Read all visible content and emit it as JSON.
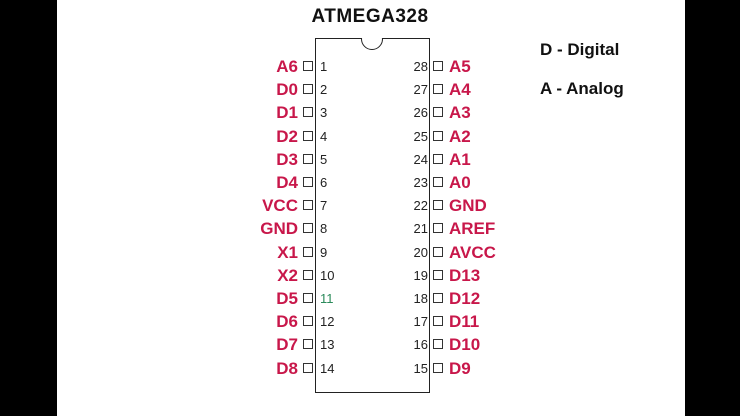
{
  "title": "ATMEGA328",
  "colors": {
    "pin_label": "#c8174a",
    "pin_number_highlight": "#2a8a5a"
  },
  "legend": [
    {
      "text": "D - Digital"
    },
    {
      "text": "A - Analog"
    }
  ],
  "left_pins": [
    {
      "number": "1",
      "label": "A6"
    },
    {
      "number": "2",
      "label": "D0"
    },
    {
      "number": "3",
      "label": "D1"
    },
    {
      "number": "4",
      "label": "D2"
    },
    {
      "number": "5",
      "label": "D3"
    },
    {
      "number": "6",
      "label": "D4"
    },
    {
      "number": "7",
      "label": "VCC"
    },
    {
      "number": "8",
      "label": "GND"
    },
    {
      "number": "9",
      "label": "X1"
    },
    {
      "number": "10",
      "label": "X2"
    },
    {
      "number": "11",
      "label": "D5"
    },
    {
      "number": "12",
      "label": "D6"
    },
    {
      "number": "13",
      "label": "D7"
    },
    {
      "number": "14",
      "label": "D8"
    }
  ],
  "right_pins": [
    {
      "number": "28",
      "label": "A5"
    },
    {
      "number": "27",
      "label": "A4"
    },
    {
      "number": "26",
      "label": "A3"
    },
    {
      "number": "25",
      "label": "A2"
    },
    {
      "number": "24",
      "label": "A1"
    },
    {
      "number": "23",
      "label": "A0"
    },
    {
      "number": "22",
      "label": "GND"
    },
    {
      "number": "21",
      "label": "AREF"
    },
    {
      "number": "20",
      "label": "AVCC"
    },
    {
      "number": "19",
      "label": "D13"
    },
    {
      "number": "18",
      "label": "D12"
    },
    {
      "number": "17",
      "label": "D11"
    },
    {
      "number": "16",
      "label": "D10"
    },
    {
      "number": "15",
      "label": "D9"
    }
  ]
}
